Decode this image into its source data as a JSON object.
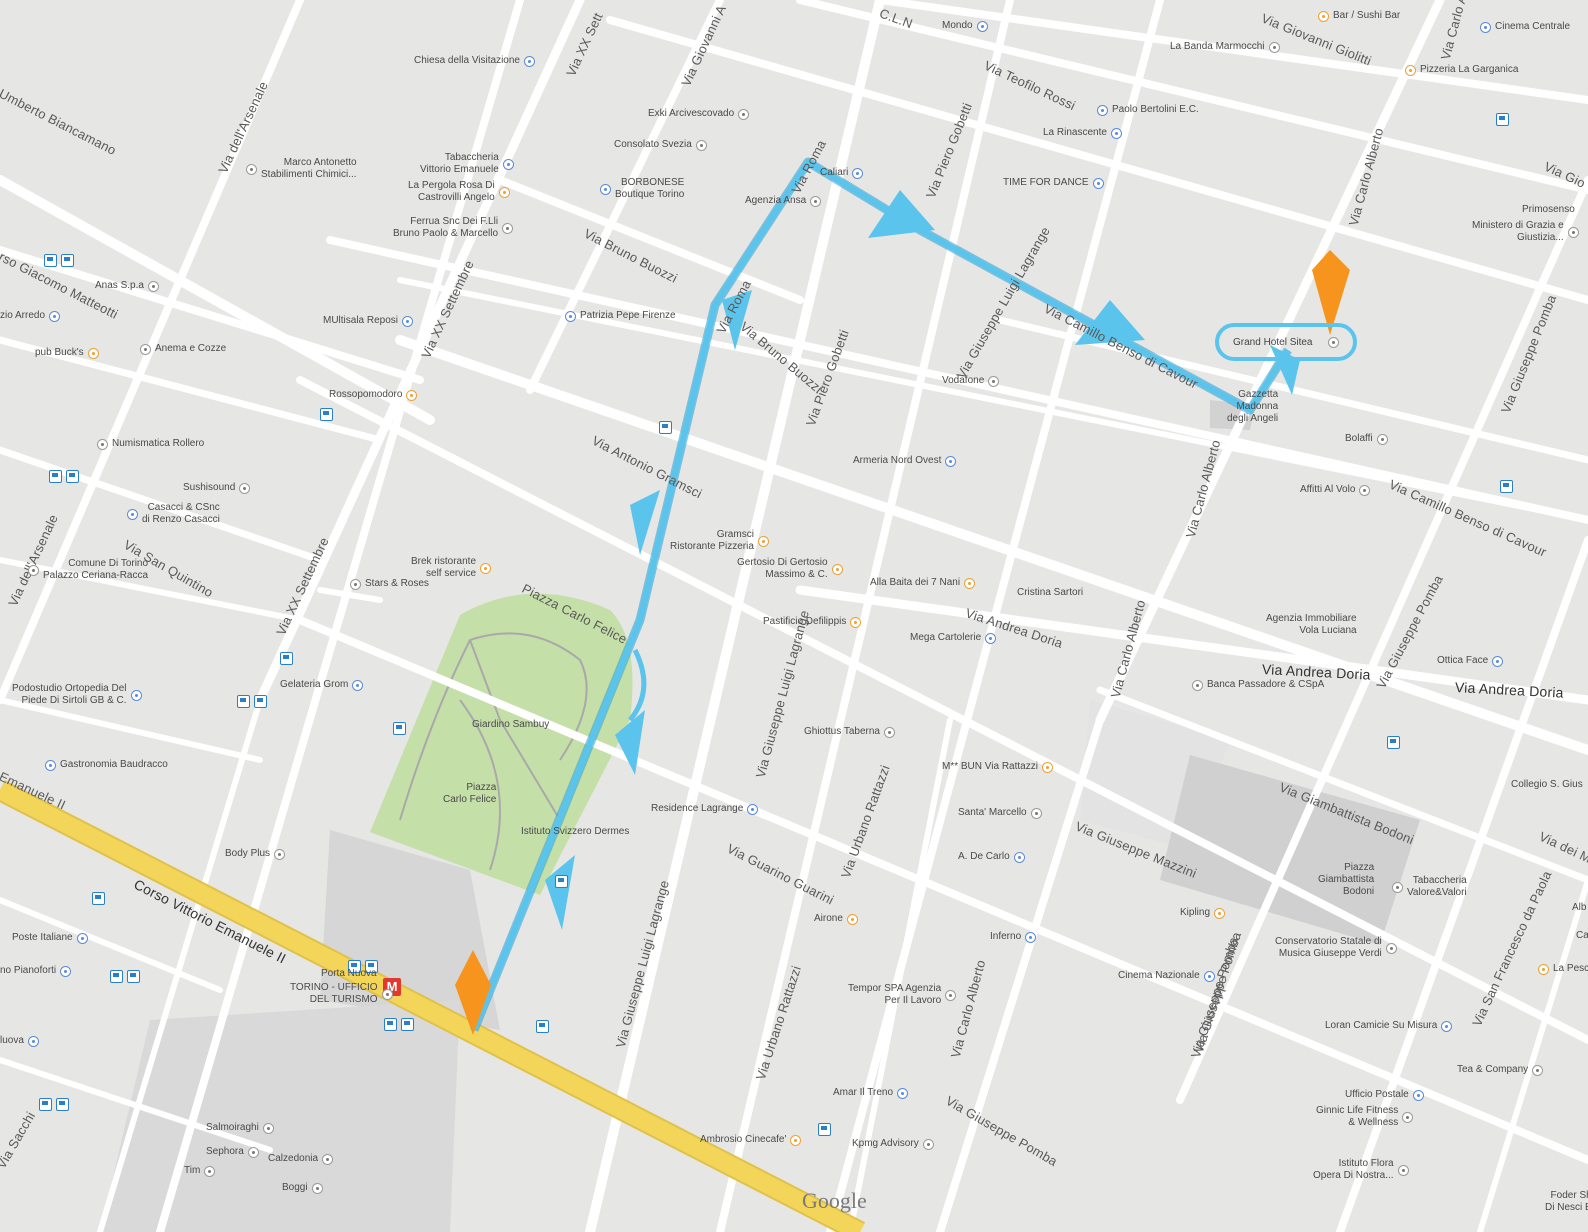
{
  "map": {
    "attribution": "Google",
    "route_color": "#5bc4ec",
    "pin_color": "#f7941d",
    "park_color": "#c5dfa8",
    "main_road_color": "#f3d55a",
    "destination": "Grand Hotel Sitea",
    "metro_label": "M",
    "streets": [
      {
        "name": "Corso Vittorio Emanuele II",
        "big": true
      },
      {
        "name": "Emanuele II"
      },
      {
        "name": "Via Roma"
      },
      {
        "name": "Via Roma"
      },
      {
        "name": "Via Antonio Gramsci"
      },
      {
        "name": "Via Camillo Benso di Cavour"
      },
      {
        "name": "Via Camillo Benso di Cavour"
      },
      {
        "name": "Via Andrea Doria",
        "big": true
      },
      {
        "name": "Via Andrea Doria",
        "big": true
      },
      {
        "name": "Via Andrea Doria"
      },
      {
        "name": "Via Giuseppe Mazzini"
      },
      {
        "name": "Via Giambattista Bodoni"
      },
      {
        "name": "Via Guarino Guarini"
      },
      {
        "name": "Via Giuseppe Pomba"
      },
      {
        "name": "Via Bruno Buozzi"
      },
      {
        "name": "Via Bruno Buozzi"
      },
      {
        "name": "Via Teofilo Rossi"
      },
      {
        "name": "Via Giovanni Giolitti"
      },
      {
        "name": "Via XX Settembre"
      },
      {
        "name": "Via XX Settembre"
      },
      {
        "name": "Via XX Sett"
      },
      {
        "name": "Via Giovanni A"
      },
      {
        "name": "Via dell'Arsenale"
      },
      {
        "name": "Via dell'Arsenale"
      },
      {
        "name": "Via San Quintino"
      },
      {
        "name": "Via Piero Gobetti"
      },
      {
        "name": "Via Piero Gobetti"
      },
      {
        "name": "Via Giuseppe Luigi Lagrange"
      },
      {
        "name": "Via Giuseppe Luigi Lagrange"
      },
      {
        "name": "Via Giuseppe Luigi Lagrange"
      },
      {
        "name": "Via Urbano Rattazzi"
      },
      {
        "name": "Via Urbano Rattazzi"
      },
      {
        "name": "Via Carlo Alberto"
      },
      {
        "name": "Via Carlo Alberto"
      },
      {
        "name": "Via Carlo Alberto"
      },
      {
        "name": "Via Carlo Alberto"
      },
      {
        "name": "Via Carlo A"
      },
      {
        "name": "Via Giuseppe Pomba"
      },
      {
        "name": "Via Giuseppe Pomba"
      },
      {
        "name": "Via Giuseppe Pomba"
      },
      {
        "name": "Via San Francesco da Paola"
      },
      {
        "name": "Via dei M"
      },
      {
        "name": "Via Gio"
      },
      {
        "name": "Piazza Carlo Felice"
      },
      {
        "name": "Umberto Biancamano"
      },
      {
        "name": "rso Giacomo Matteotti"
      },
      {
        "name": "Via Sacchi"
      },
      {
        "name": "Via Giuseppe Pomba"
      },
      {
        "name": "C.L.N"
      }
    ],
    "places": [
      {
        "name": "Chiesa della Visitazione",
        "k": "blue"
      },
      {
        "name": "Exki Arcivescovado",
        "k": ""
      },
      {
        "name": "Consolato Svezia",
        "k": ""
      },
      {
        "name": "Tabaccheria\nVittorio Emanuele",
        "k": "blue"
      },
      {
        "name": "La Pergola Rosa Di\nCastrovilli Angelo",
        "k": "food"
      },
      {
        "name": "Ferrua Snc Dei F.Lli\nBruno Paolo & Marcello",
        "k": ""
      },
      {
        "name": "BORBONESE\nBoutique Torino",
        "k": "blue"
      },
      {
        "name": "Caliari",
        "k": "blue"
      },
      {
        "name": "Agenzia Ansa",
        "k": ""
      },
      {
        "name": "Mondo",
        "k": "blue"
      },
      {
        "name": "La Banda Marmocchi",
        "k": ""
      },
      {
        "name": "Bar / Sushi Bar",
        "k": "food"
      },
      {
        "name": "Cinema Centrale",
        "k": "blue"
      },
      {
        "name": "Pizzeria La Garganica",
        "k": "food"
      },
      {
        "name": "Paolo Bertolini E.C.",
        "k": "blue"
      },
      {
        "name": "La Rinascente",
        "k": "blue"
      },
      {
        "name": "TIME FOR DANCE",
        "k": "blue"
      },
      {
        "name": "Primosenso",
        "k": ""
      },
      {
        "name": "Ministero di Grazia e\nGiustizia...",
        "k": ""
      },
      {
        "name": "Marco Antonetto\nStabilimenti Chimici...",
        "k": ""
      },
      {
        "name": "Anas S.p.a",
        "k": ""
      },
      {
        "name": "zio Arredo",
        "k": "blue"
      },
      {
        "name": "pub Buck's",
        "k": "food"
      },
      {
        "name": "Anema e Cozze",
        "k": ""
      },
      {
        "name": "MUltisala Reposi",
        "k": "blue"
      },
      {
        "name": "Patrizia Pepe Firenze",
        "k": "blue"
      },
      {
        "name": "Rossopomodoro",
        "k": "food"
      },
      {
        "name": "Vodafone",
        "k": ""
      },
      {
        "name": "Gazzetta\nMadonna\ndegli Angeli",
        "k": ""
      },
      {
        "name": "Bolaffi",
        "k": ""
      },
      {
        "name": "Numismatica Rollero",
        "k": ""
      },
      {
        "name": "Sushisound",
        "k": ""
      },
      {
        "name": "Casacci & CSnc\ndi Renzo Casacci",
        "k": "blue"
      },
      {
        "name": "Armeria Nord Ovest",
        "k": "blue"
      },
      {
        "name": "Affitti Al Volo",
        "k": ""
      },
      {
        "name": "Comune Di Torino\nPalazzo Ceriana-Racca",
        "k": ""
      },
      {
        "name": "Gramsci\nRistorante Pizzeria",
        "k": "food"
      },
      {
        "name": "Gertosio Di Gertosio\nMassimo & C.",
        "k": "food"
      },
      {
        "name": "Brek ristorante\nself service",
        "k": "food"
      },
      {
        "name": "Stars & Roses",
        "k": ""
      },
      {
        "name": "Alla Baita dei 7 Nani",
        "k": "food"
      },
      {
        "name": "Cristina Sartori",
        "k": "blue"
      },
      {
        "name": "Pastificio Defilippis",
        "k": "food"
      },
      {
        "name": "Mega Cartolerie",
        "k": "blue"
      },
      {
        "name": "Agenzia Immobiliare\nVola Luciana",
        "k": ""
      },
      {
        "name": "Ottica Face",
        "k": "blue"
      },
      {
        "name": "Banca Passadore & CSpA",
        "k": ""
      },
      {
        "name": "Podostudio Ortopedia Del\nPiede Di Sirtoli GB & C.",
        "k": "blue"
      },
      {
        "name": "Gelateria Grom",
        "k": "blue"
      },
      {
        "name": "Giardino Sambuy",
        "k": ""
      },
      {
        "name": "Ghiottus Taberna",
        "k": ""
      },
      {
        "name": "Gastronomia Baudracco",
        "k": "blue"
      },
      {
        "name": "M** BUN Via Rattazzi",
        "k": "food"
      },
      {
        "name": "Collegio S. Gius",
        "k": ""
      },
      {
        "name": "Piazza\nCarlo Felice",
        "k": ""
      },
      {
        "name": "Residence Lagrange",
        "k": "blue"
      },
      {
        "name": "Santa' Marcello",
        "k": ""
      },
      {
        "name": "Istituto Svizzero Dermes",
        "k": ""
      },
      {
        "name": "A. De Carlo",
        "k": "blue"
      },
      {
        "name": "Piazza\nGiambattista\nBodoni",
        "k": ""
      },
      {
        "name": "Tabaccheria\nValore&Valori",
        "k": ""
      },
      {
        "name": "Body Plus",
        "k": ""
      },
      {
        "name": "Kipling",
        "k": "food"
      },
      {
        "name": "Airone",
        "k": "food"
      },
      {
        "name": "Inferno",
        "k": "blue"
      },
      {
        "name": "Conservatorio Statale di\nMusica Giuseppe Verdi",
        "k": ""
      },
      {
        "name": "Poste Italiane",
        "k": "blue"
      },
      {
        "name": "no Pianoforti",
        "k": "blue"
      },
      {
        "name": "Porta Nuova",
        "k": ""
      },
      {
        "name": "TORINO - UFFICIO\nDEL TURISMO",
        "k": ""
      },
      {
        "name": "Cinema Nazionale",
        "k": "blue"
      },
      {
        "name": "Tempor SPA Agenzia\nPer Il Lavoro",
        "k": ""
      },
      {
        "name": "La Pesc",
        "k": "food"
      },
      {
        "name": "Loran Camicie Su Misura",
        "k": "blue"
      },
      {
        "name": "Alb",
        "k": ""
      },
      {
        "name": "Ca",
        "k": ""
      },
      {
        "name": "luova",
        "k": "blue"
      },
      {
        "name": "Tea & Company",
        "k": ""
      },
      {
        "name": "Amar Il Treno",
        "k": "blue"
      },
      {
        "name": "Ufficio Postale",
        "k": "blue"
      },
      {
        "name": "Ginnic Life Fitness\n& Wellness",
        "k": ""
      },
      {
        "name": "Salmoiraghi",
        "k": ""
      },
      {
        "name": "Ambrosio Cinecafe'",
        "k": "food"
      },
      {
        "name": "Kpmg Advisory",
        "k": ""
      },
      {
        "name": "Sephora",
        "k": ""
      },
      {
        "name": "Calzedonia",
        "k": ""
      },
      {
        "name": "Tim",
        "k": ""
      },
      {
        "name": "Boggi",
        "k": ""
      },
      {
        "name": "Istituto Flora\nOpera Di Nostra...",
        "k": ""
      },
      {
        "name": "Foder Sh\nDi Nesci E",
        "k": ""
      }
    ]
  }
}
